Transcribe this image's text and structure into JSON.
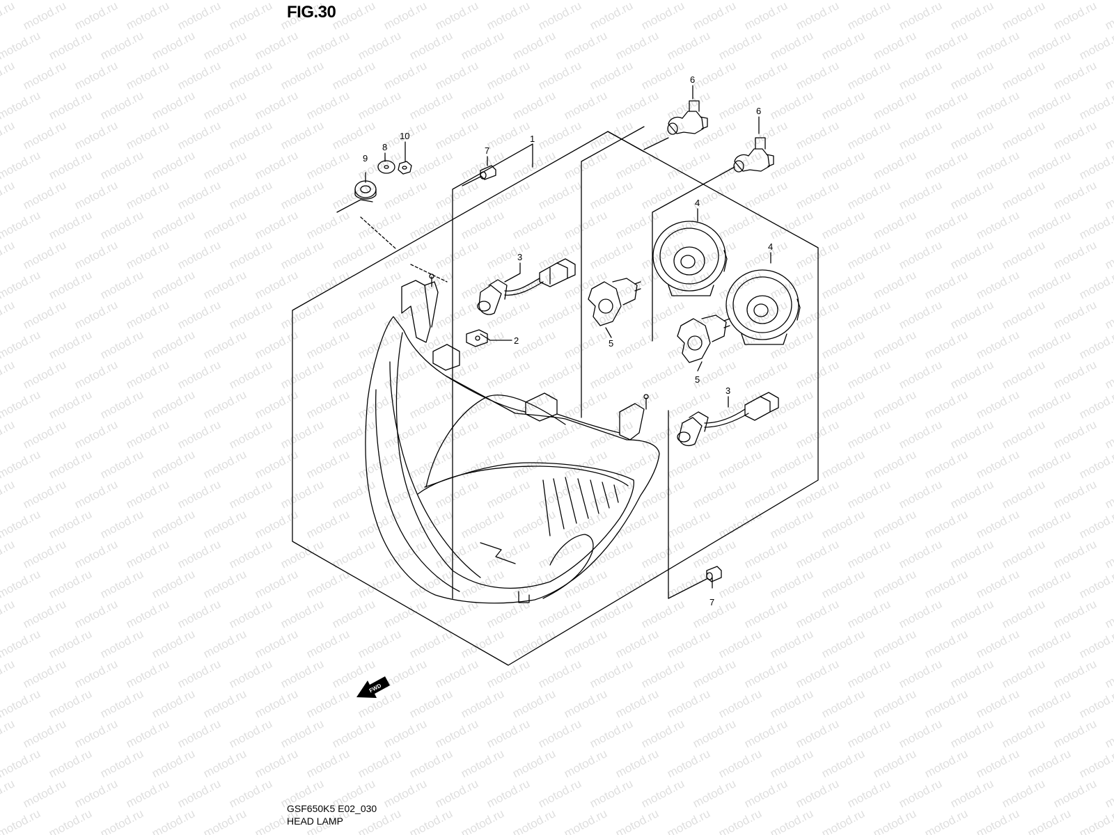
{
  "figure": {
    "title": "FIG.30",
    "model_code": "GSF650K5 E02_030",
    "name": "HEAD LAMP"
  },
  "watermark": "motod.ru",
  "direction_arrow": "FWD",
  "callouts": [
    {
      "id": "c1",
      "label": "1"
    },
    {
      "id": "c2",
      "label": "2"
    },
    {
      "id": "c3a",
      "label": "3"
    },
    {
      "id": "c3b",
      "label": "3"
    },
    {
      "id": "c4a",
      "label": "4"
    },
    {
      "id": "c4b",
      "label": "4"
    },
    {
      "id": "c5a",
      "label": "5"
    },
    {
      "id": "c5b",
      "label": "5"
    },
    {
      "id": "c6a",
      "label": "6"
    },
    {
      "id": "c6b",
      "label": "6"
    },
    {
      "id": "c7a",
      "label": "7"
    },
    {
      "id": "c7b",
      "label": "7"
    },
    {
      "id": "c8",
      "label": "8"
    },
    {
      "id": "c9",
      "label": "9"
    },
    {
      "id": "c10",
      "label": "10"
    }
  ],
  "colors": {
    "ink": "#000000",
    "background": "#ffffff"
  }
}
